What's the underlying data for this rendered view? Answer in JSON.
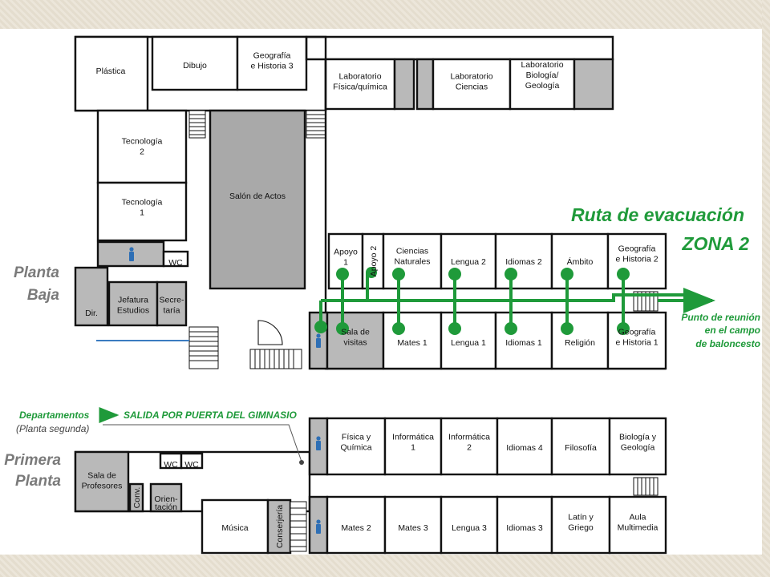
{
  "floors": {
    "ground": [
      "Planta",
      "Baja"
    ],
    "first": [
      "Primera",
      "Planta"
    ]
  },
  "evacuation": {
    "title_line1": "Ruta de evacuación",
    "title_line2": "ZONA 2",
    "meeting_point": [
      "Punto de reunión",
      "en el campo",
      "de baloncesto"
    ],
    "departments_label": "Departamentos",
    "departments_exit": "SALIDA POR PUERTA DEL GIMNASIO",
    "departments_sub": "(Planta segunda)",
    "route_color": "#1f9a3a"
  },
  "rooms": {
    "plastica": [
      "Plástica"
    ],
    "dibujo": [
      "Dibujo"
    ],
    "geo_hist_3": [
      "Geografía",
      "e Historia 3"
    ],
    "lab_fq": [
      "Laboratorio",
      "Física/química"
    ],
    "lab_ciencias": [
      "Laboratorio",
      "Ciencias"
    ],
    "lab_bio": [
      "Laboratorio",
      "Biología/",
      "Geología"
    ],
    "tecnologia_2": [
      "Tecnología",
      "2"
    ],
    "tecnologia_1": [
      "Tecnología",
      "1"
    ],
    "salon_actos": [
      "Salón de Actos"
    ],
    "wc_baja": [
      "WC"
    ],
    "dir": [
      "Dir."
    ],
    "jefatura": [
      "Jefatura",
      "Estudios"
    ],
    "secretaria": [
      "Secre-",
      "taría"
    ],
    "apoyo_1": [
      "Apoyo",
      "1"
    ],
    "apoyo_2": [
      "Apoyo 2"
    ],
    "ciencias_naturales": [
      "Ciencias",
      "Naturales"
    ],
    "lengua_2": [
      "Lengua 2"
    ],
    "idiomas_2": [
      "Idiomas 2"
    ],
    "ambito": [
      "Ámbito"
    ],
    "geo_hist_2": [
      "Geografía",
      "e Historia 2"
    ],
    "sala_visitas": [
      "Sala de",
      "visitas"
    ],
    "mates_1": [
      "Mates 1"
    ],
    "lengua_1": [
      "Lengua 1"
    ],
    "idiomas_1": [
      "Idiomas 1"
    ],
    "religion": [
      "Religión"
    ],
    "geo_hist_1": [
      "Geografía",
      "e Historia 1"
    ],
    "sala_profesores": [
      "Sala de",
      "Profesores"
    ],
    "wc_a": [
      "WC"
    ],
    "wc_b": [
      "WC"
    ],
    "conv": [
      "Conv."
    ],
    "orientacion": [
      "Orien-",
      "tación"
    ],
    "fisica_quimica": [
      "Física y",
      "Química"
    ],
    "informatica_1": [
      "Informática",
      "1"
    ],
    "informatica_2": [
      "Informática",
      "2"
    ],
    "idiomas_4": [
      "Idiomas 4"
    ],
    "filosofia": [
      "Filosofía"
    ],
    "bio_geo": [
      "Biología y",
      "Geología"
    ],
    "musica": [
      "Música"
    ],
    "conserjeria": [
      "Conserjería"
    ],
    "mates_2": [
      "Mates 2"
    ],
    "mates_3": [
      "Mates 3"
    ],
    "lengua_3": [
      "Lengua 3"
    ],
    "idiomas_3": [
      "Idiomas 3"
    ],
    "latin_griego": [
      "Latín y",
      "Griego"
    ],
    "aula_multimedia": [
      "Aula",
      "Multimedia"
    ]
  }
}
